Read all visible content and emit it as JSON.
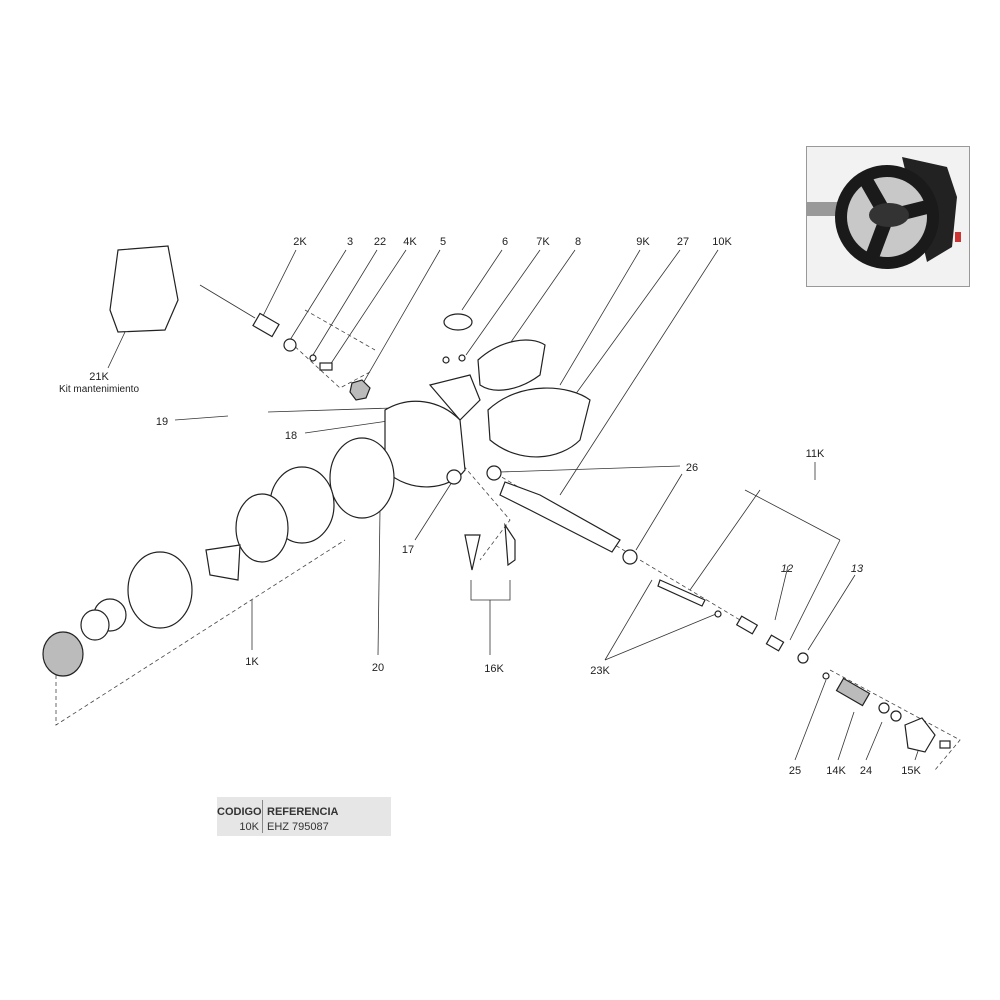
{
  "diagram": {
    "labels": {
      "l2K": "2K",
      "l3": "3",
      "l22": "22",
      "l4K": "4K",
      "l5": "5",
      "l6": "6",
      "l7K": "7K",
      "l8": "8",
      "l9K": "9K",
      "l27": "27",
      "l10K": "10K",
      "l21K": "21K",
      "kit": "Kit mantenimiento",
      "l19": "19",
      "l18": "18",
      "l26": "26",
      "l11K": "11K",
      "l12": "12",
      "l13": "13",
      "l17": "17",
      "l20": "20",
      "l1K": "1K",
      "l16K": "16K",
      "l23K": "23K",
      "l25": "25",
      "l14K": "14K",
      "l24": "24",
      "l15K": "15K"
    }
  },
  "table": {
    "headers": [
      "CODIGO",
      "REFERENCIA"
    ],
    "rows": [
      [
        "10K",
        "EHZ 795087"
      ]
    ]
  }
}
